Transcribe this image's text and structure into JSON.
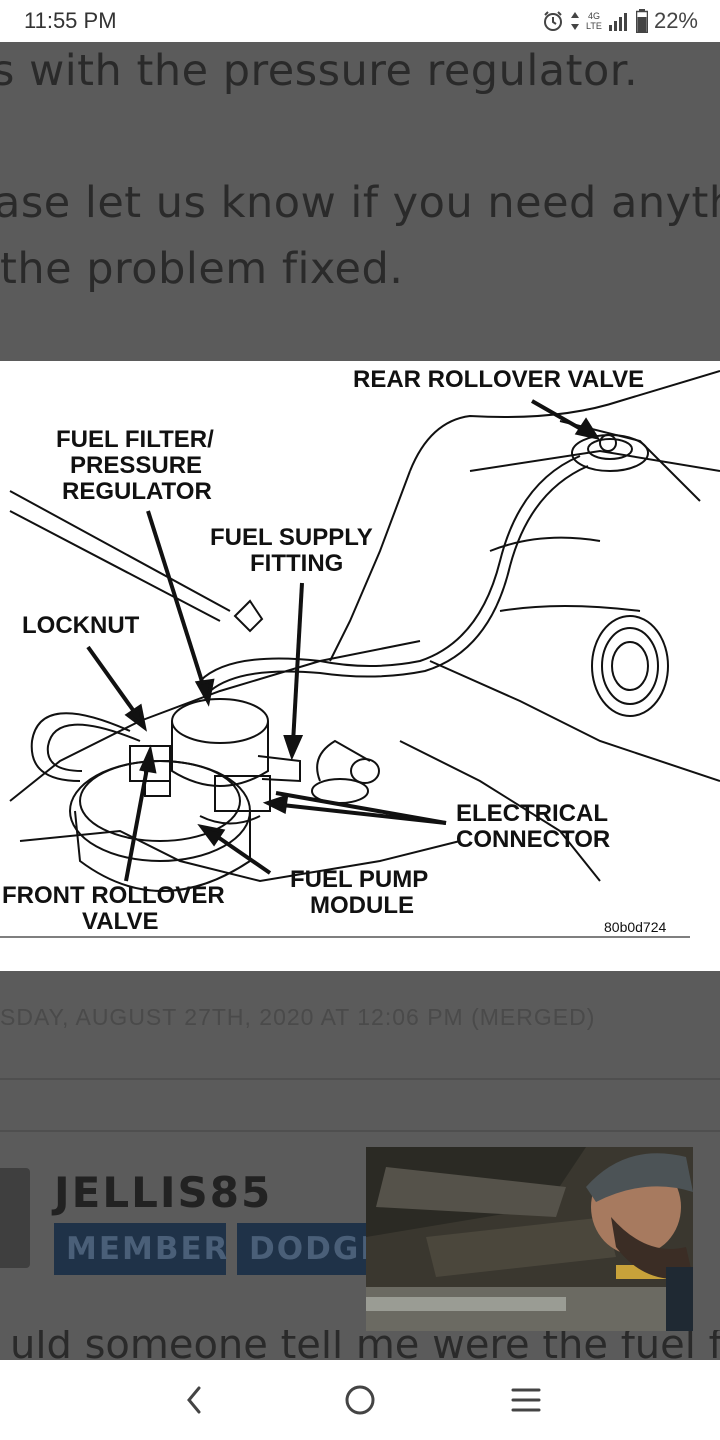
{
  "status_bar": {
    "time": "11:55 PM",
    "network": "4G LTE",
    "battery": "22%",
    "icons": [
      "alarm-icon",
      "data-arrows-icon",
      "signal-icon",
      "battery-icon"
    ]
  },
  "article": {
    "line1": "s with the pressure regulator.",
    "line2": "ase let us know if you need anythin",
    "line3": " the problem fixed."
  },
  "diagram": {
    "labels": {
      "rear_rollover_valve": "REAR ROLLOVER VALVE",
      "fuel_filter_1": "FUEL FILTER/",
      "fuel_filter_2": "PRESSURE",
      "fuel_filter_3": "REGULATOR",
      "fuel_supply_1": "FUEL SUPPLY",
      "fuel_supply_2": "FITTING",
      "locknut": "LOCKNUT",
      "electrical_1": "ELECTRICAL",
      "electrical_2": "CONNECTOR",
      "front_rollover_1": "FRONT ROLLOVER",
      "front_rollover_2": "VALVE",
      "fuel_pump_1": "FUEL PUMP",
      "fuel_pump_2": "MODULE",
      "code": "80b0d724"
    }
  },
  "post": {
    "meta": "SDAY, AUGUST 27TH, 2020 AT 12:06 PM (MERGED)",
    "username": "JELLIS85",
    "badges": [
      "MEMBER",
      "DODGE"
    ],
    "body_preview": "uld someone tell me were the fuel f"
  },
  "nav": {
    "icons": [
      "back-icon",
      "home-icon",
      "recents-icon"
    ]
  }
}
